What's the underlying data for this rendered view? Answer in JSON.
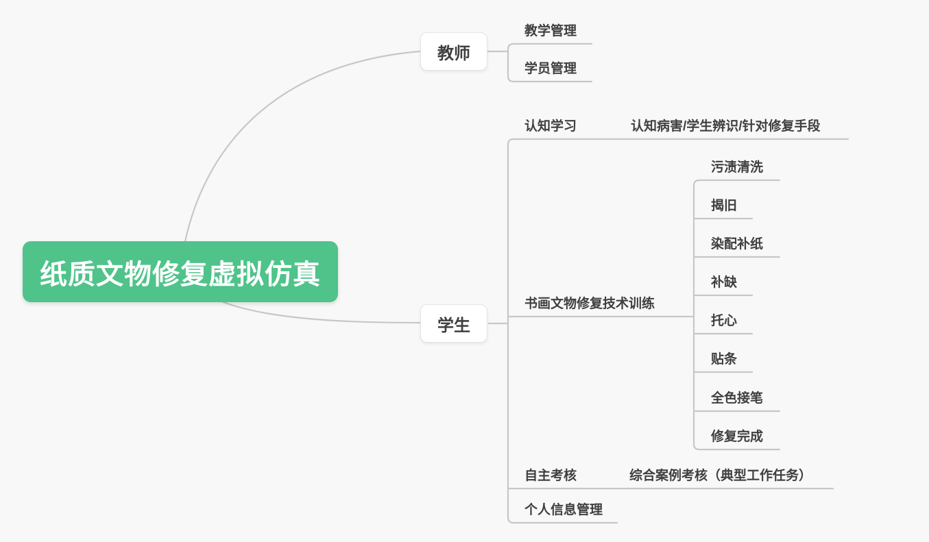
{
  "colors": {
    "background": "#f8f8f8",
    "root_background": "#4fc38a",
    "root_text": "#ffffff",
    "node_background": "#ffffff",
    "node_text": "#3f3f3f",
    "connector_line": "#c7c7c7"
  },
  "mindmap": {
    "root": {
      "label": "纸质文物修复虚拟仿真"
    },
    "branches": [
      {
        "label": "教师",
        "children": [
          {
            "label": "教学管理"
          },
          {
            "label": "学员管理"
          }
        ]
      },
      {
        "label": "学生",
        "children": [
          {
            "label": "认知学习",
            "children": [
              {
                "label": "认知病害/学生辨识/针对修复手段"
              }
            ]
          },
          {
            "label": "书画文物修复技术训练",
            "children": [
              {
                "label": "污渍清洗"
              },
              {
                "label": "揭旧"
              },
              {
                "label": "染配补纸"
              },
              {
                "label": "补缺"
              },
              {
                "label": "托心"
              },
              {
                "label": "贴条"
              },
              {
                "label": "全色接笔"
              },
              {
                "label": "修复完成"
              }
            ]
          },
          {
            "label": "自主考核",
            "children": [
              {
                "label": "综合案例考核（典型工作任务）"
              }
            ]
          },
          {
            "label": "个人信息管理"
          }
        ]
      }
    ]
  }
}
